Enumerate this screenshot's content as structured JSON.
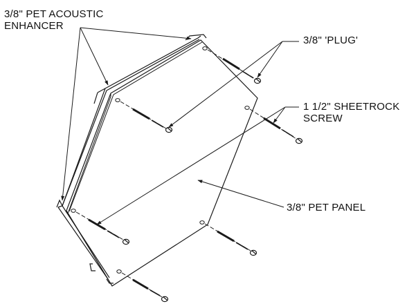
{
  "labels": {
    "acoustic_enhancer": {
      "line1": "3/8\" PET ACOUSTIC",
      "line2": "ENHANCER"
    },
    "plug": "3/8\" 'PLUG'",
    "screw": {
      "line1": "1 1/2\" SHEETROCK",
      "line2": "SCREW"
    },
    "panel": "3/8\" PET PANEL"
  },
  "colors": {
    "line": "#1a1a1a",
    "background": "#ffffff"
  }
}
